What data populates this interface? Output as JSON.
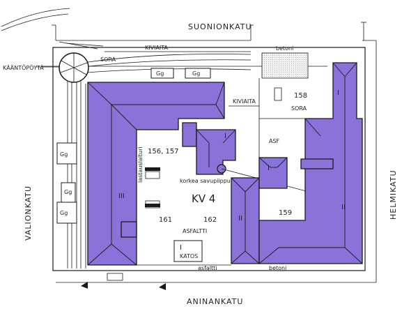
{
  "streets": {
    "north": "SUONIONKATU",
    "south": "ANINANKATU",
    "west": "VALIONKATU",
    "east": "HELMIKATU"
  },
  "labels": {
    "turntable": "KÄÄNTÖPÖYTÄ",
    "kiviaita_top": "KIVIAITA",
    "kiviaita_mid": "KIVIAITA",
    "sora_top": "SORA",
    "sora_right": "SORA",
    "betoni_top": "betoni",
    "betoni_bottom": "betoni",
    "asfaltti_bottom": "asfaltti",
    "asfaltti_center": "ASFALTTI",
    "asf": "ASF",
    "katos": "KATOS",
    "katos_numeral": "I",
    "chimney": "korkea savupiippu",
    "loading_dock": "lastauslaituri",
    "block": "KV 4",
    "lot_156_157": "156, 157",
    "lot_158": "158",
    "lot_159": "159",
    "lot_161": "161",
    "lot_162": "162",
    "garage": "Gg",
    "floors_I": "I",
    "floors_II": "II",
    "floors_III": "III"
  },
  "colors": {
    "building": "#8a72d9",
    "line": "#1a1a1a",
    "paving": "#e2e2e2"
  }
}
